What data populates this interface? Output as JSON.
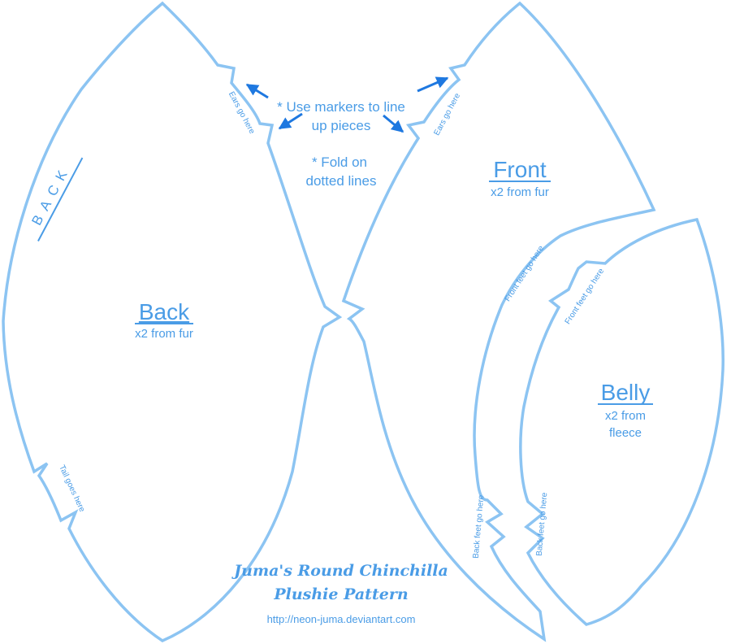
{
  "colors": {
    "outline": "#8cc4f2",
    "text": "#4a9ce6",
    "arrow": "#1e78e0",
    "background": "#ffffff"
  },
  "pieces": {
    "back": {
      "name": "Back",
      "count": "x2 from fur",
      "side_label": "BACK",
      "marker_top": "Ears go here",
      "marker_bottom": "Tail goes here"
    },
    "front": {
      "name": "Front",
      "count": "x2 from fur",
      "marker_top": "Ears go here",
      "marker_upper": "Front feet go here",
      "marker_lower": "Back feet go here"
    },
    "belly": {
      "name": "Belly",
      "count_line1": "x2 from",
      "count_line2": "fleece",
      "marker_upper": "Front feet go here",
      "marker_lower": "Back feet go here"
    }
  },
  "notes": {
    "markers_line1": "* Use markers to line",
    "markers_line2": "up pieces",
    "fold_line1": "* Fold on",
    "fold_line2": "dotted lines"
  },
  "credit": {
    "title_line1": "Juma's Round Chinchilla",
    "title_line2": "Plushie Pattern",
    "url": "http://neon-juma.deviantart.com"
  },
  "icons": [
    "arrow-icon"
  ]
}
